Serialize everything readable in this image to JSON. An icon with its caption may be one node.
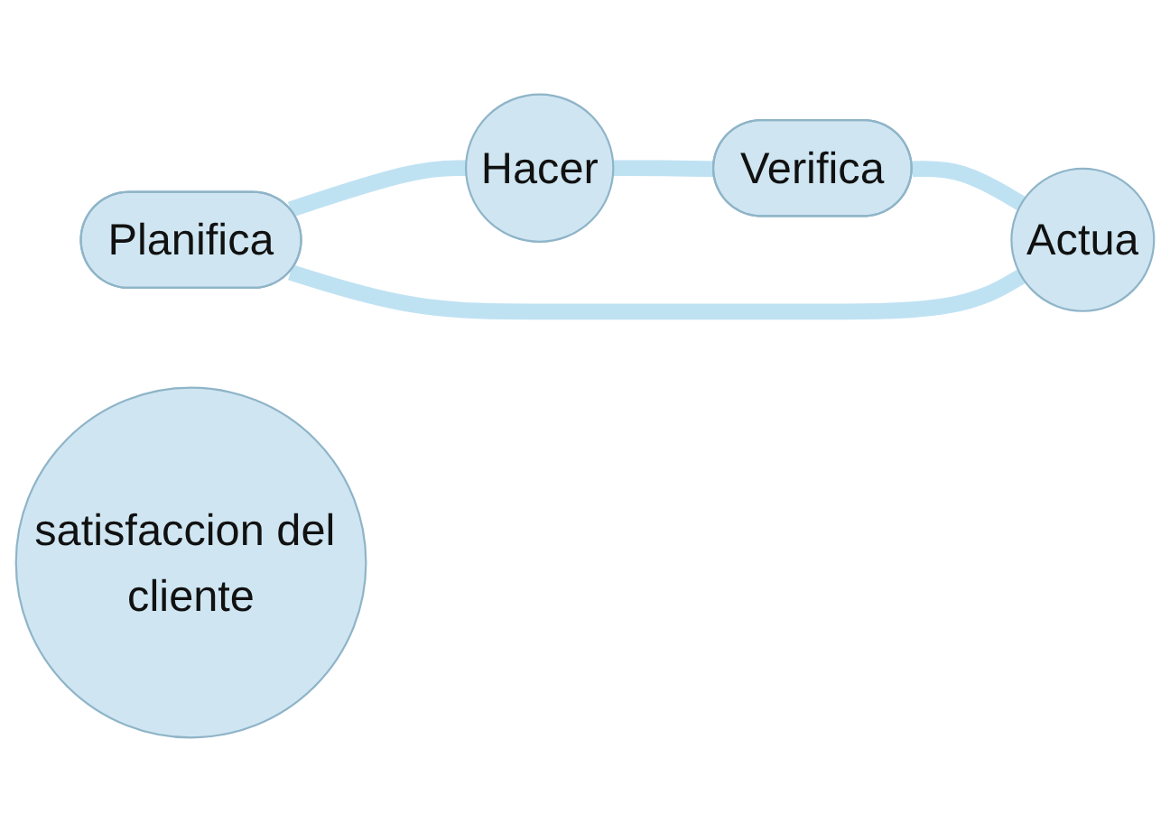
{
  "diagram": {
    "nodes": [
      {
        "text": [
          "Planifica"
        ]
      },
      {
        "text": [
          "Actua"
        ]
      },
      {
        "text": [
          "satisfaccion del cliente"
        ]
      },
      {
        "text": [
          "Hacer"
        ]
      },
      {
        "text": [
          "Verifica"
        ]
      }
    ],
    "edges": [
      {
        "from": 0,
        "to": 3,
        "arrow": "none"
      },
      {
        "from": 3,
        "to": 4,
        "arrow": "none"
      },
      {
        "from": 4,
        "to": 1,
        "arrow": "none"
      },
      {
        "from": 1,
        "to": 0,
        "arrow": "none"
      }
    ]
  }
}
